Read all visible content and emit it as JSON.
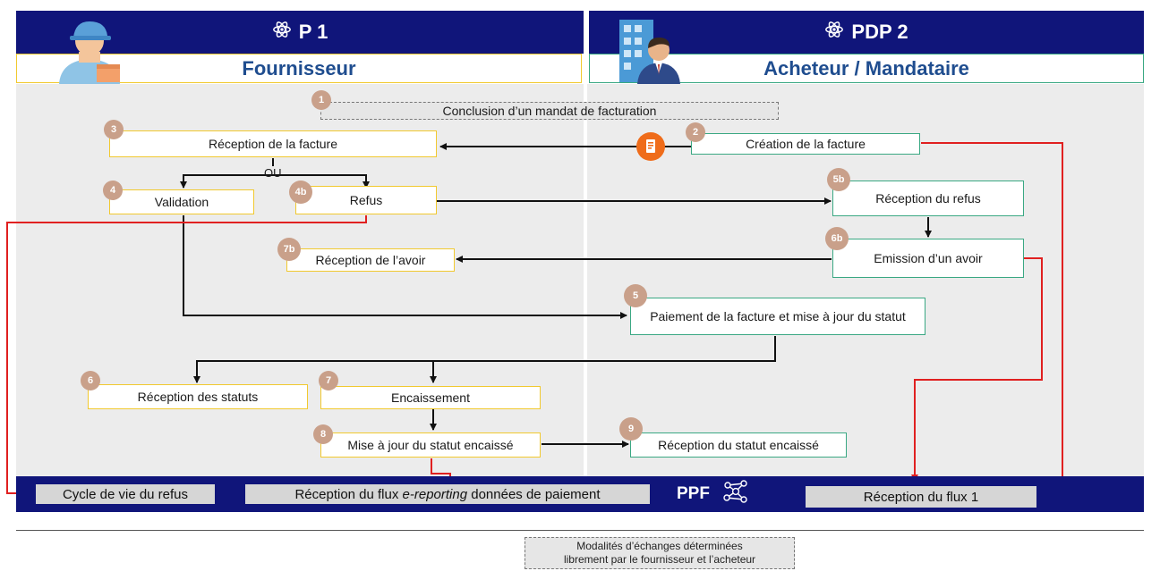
{
  "header_left": {
    "title": "P 1",
    "subtitle": "Fournisseur"
  },
  "header_right": {
    "title": "PDP 2",
    "subtitle": "Acheteur / Mandataire"
  },
  "steps": {
    "s1": {
      "num": "1",
      "label": "Conclusion d’un mandat de facturation"
    },
    "s2": {
      "num": "2",
      "label": "Création de la facture"
    },
    "s3": {
      "num": "3",
      "label": "Réception de la facture"
    },
    "ou": "OU",
    "s4": {
      "num": "4",
      "label": "Validation"
    },
    "s4b": {
      "num": "4b",
      "label": "Refus"
    },
    "s5b": {
      "num": "5b",
      "label": "Réception du refus"
    },
    "s6b": {
      "num": "6b",
      "label": "Emission d’un avoir"
    },
    "s7b": {
      "num": "7b",
      "label": "Réception de l’avoir"
    },
    "s5": {
      "num": "5",
      "label": "Paiement de la facture et mise à jour du statut"
    },
    "s6": {
      "num": "6",
      "label": "Réception des statuts"
    },
    "s7": {
      "num": "7",
      "label": "Encaissement"
    },
    "s8": {
      "num": "8",
      "label": "Mise à jour du statut encaissé"
    },
    "s9": {
      "num": "9",
      "label": "Réception du statut encaissé"
    }
  },
  "ppf": {
    "label": "PPF",
    "cycle": "Cycle de vie du refus",
    "reporting_prefix": "Réception du flux ",
    "reporting_em": "e-reporting",
    "reporting_suffix": " données de paiement",
    "flux1": "Réception du flux 1"
  },
  "legend": {
    "line1": "Modalités d’échanges déterminées",
    "line2": "librement par le fournisseur et l’acheteur"
  },
  "colors": {
    "header_bg": "#10157a",
    "yellow_border": "#f1c92f",
    "green_border": "#3aa883",
    "red_flow": "#e02020",
    "badge": "#c9a08a",
    "doc_icon": "#ef6c1a"
  }
}
